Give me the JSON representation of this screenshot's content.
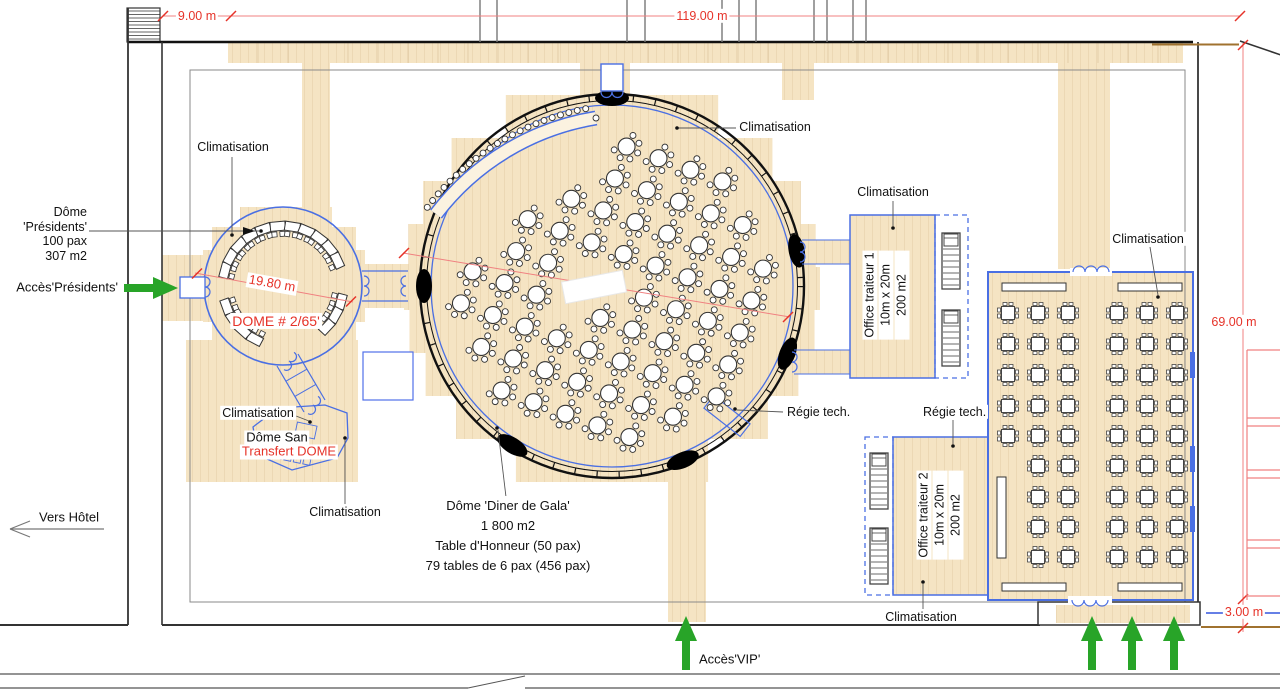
{
  "plan": {
    "dimensions": {
      "width_top_left": "9.00 m",
      "width_total": "119.00 m",
      "height_right": "69.00 m",
      "vestibule_depth": "3.00 m",
      "dome_presidents_diameter": "19.80 m",
      "dome_ref": "DOME # 2/65'"
    },
    "labels": {
      "climatisation": "Climatisation",
      "regie_tech": "Régie tech.",
      "acces_presidents": "Accès'Présidents'",
      "acces_vip": "Accès'VIP'",
      "vers_hotel": "Vers Hôtel",
      "dome_san": "Dôme San",
      "transfert_dome": "Transfert DOME"
    },
    "dome_presidents": {
      "name": "Dôme 'Présidents'",
      "capacity": "100 pax",
      "area": "307 m2"
    },
    "dome_gala": {
      "name": "Dôme 'Diner de Gala'",
      "area": "1 800 m2",
      "head_table": "Table d'Honneur (50 pax)",
      "tables": "79 tables de 6 pax (456 pax)"
    },
    "office_traiteur_1": {
      "name": "Office traiteur 1",
      "size": "10m x 20m",
      "area": "200 m2"
    },
    "office_traiteur_2": {
      "name": "Office traiteur 2",
      "size": "10m x 20m",
      "area": "200 m2"
    },
    "colors": {
      "floor": "#f5e4c3",
      "cad_blue": "#4a6fe3",
      "dim_red": "#e63329",
      "stair_red": "#f08080",
      "wall": "#222222",
      "green": "#28a428"
    }
  }
}
